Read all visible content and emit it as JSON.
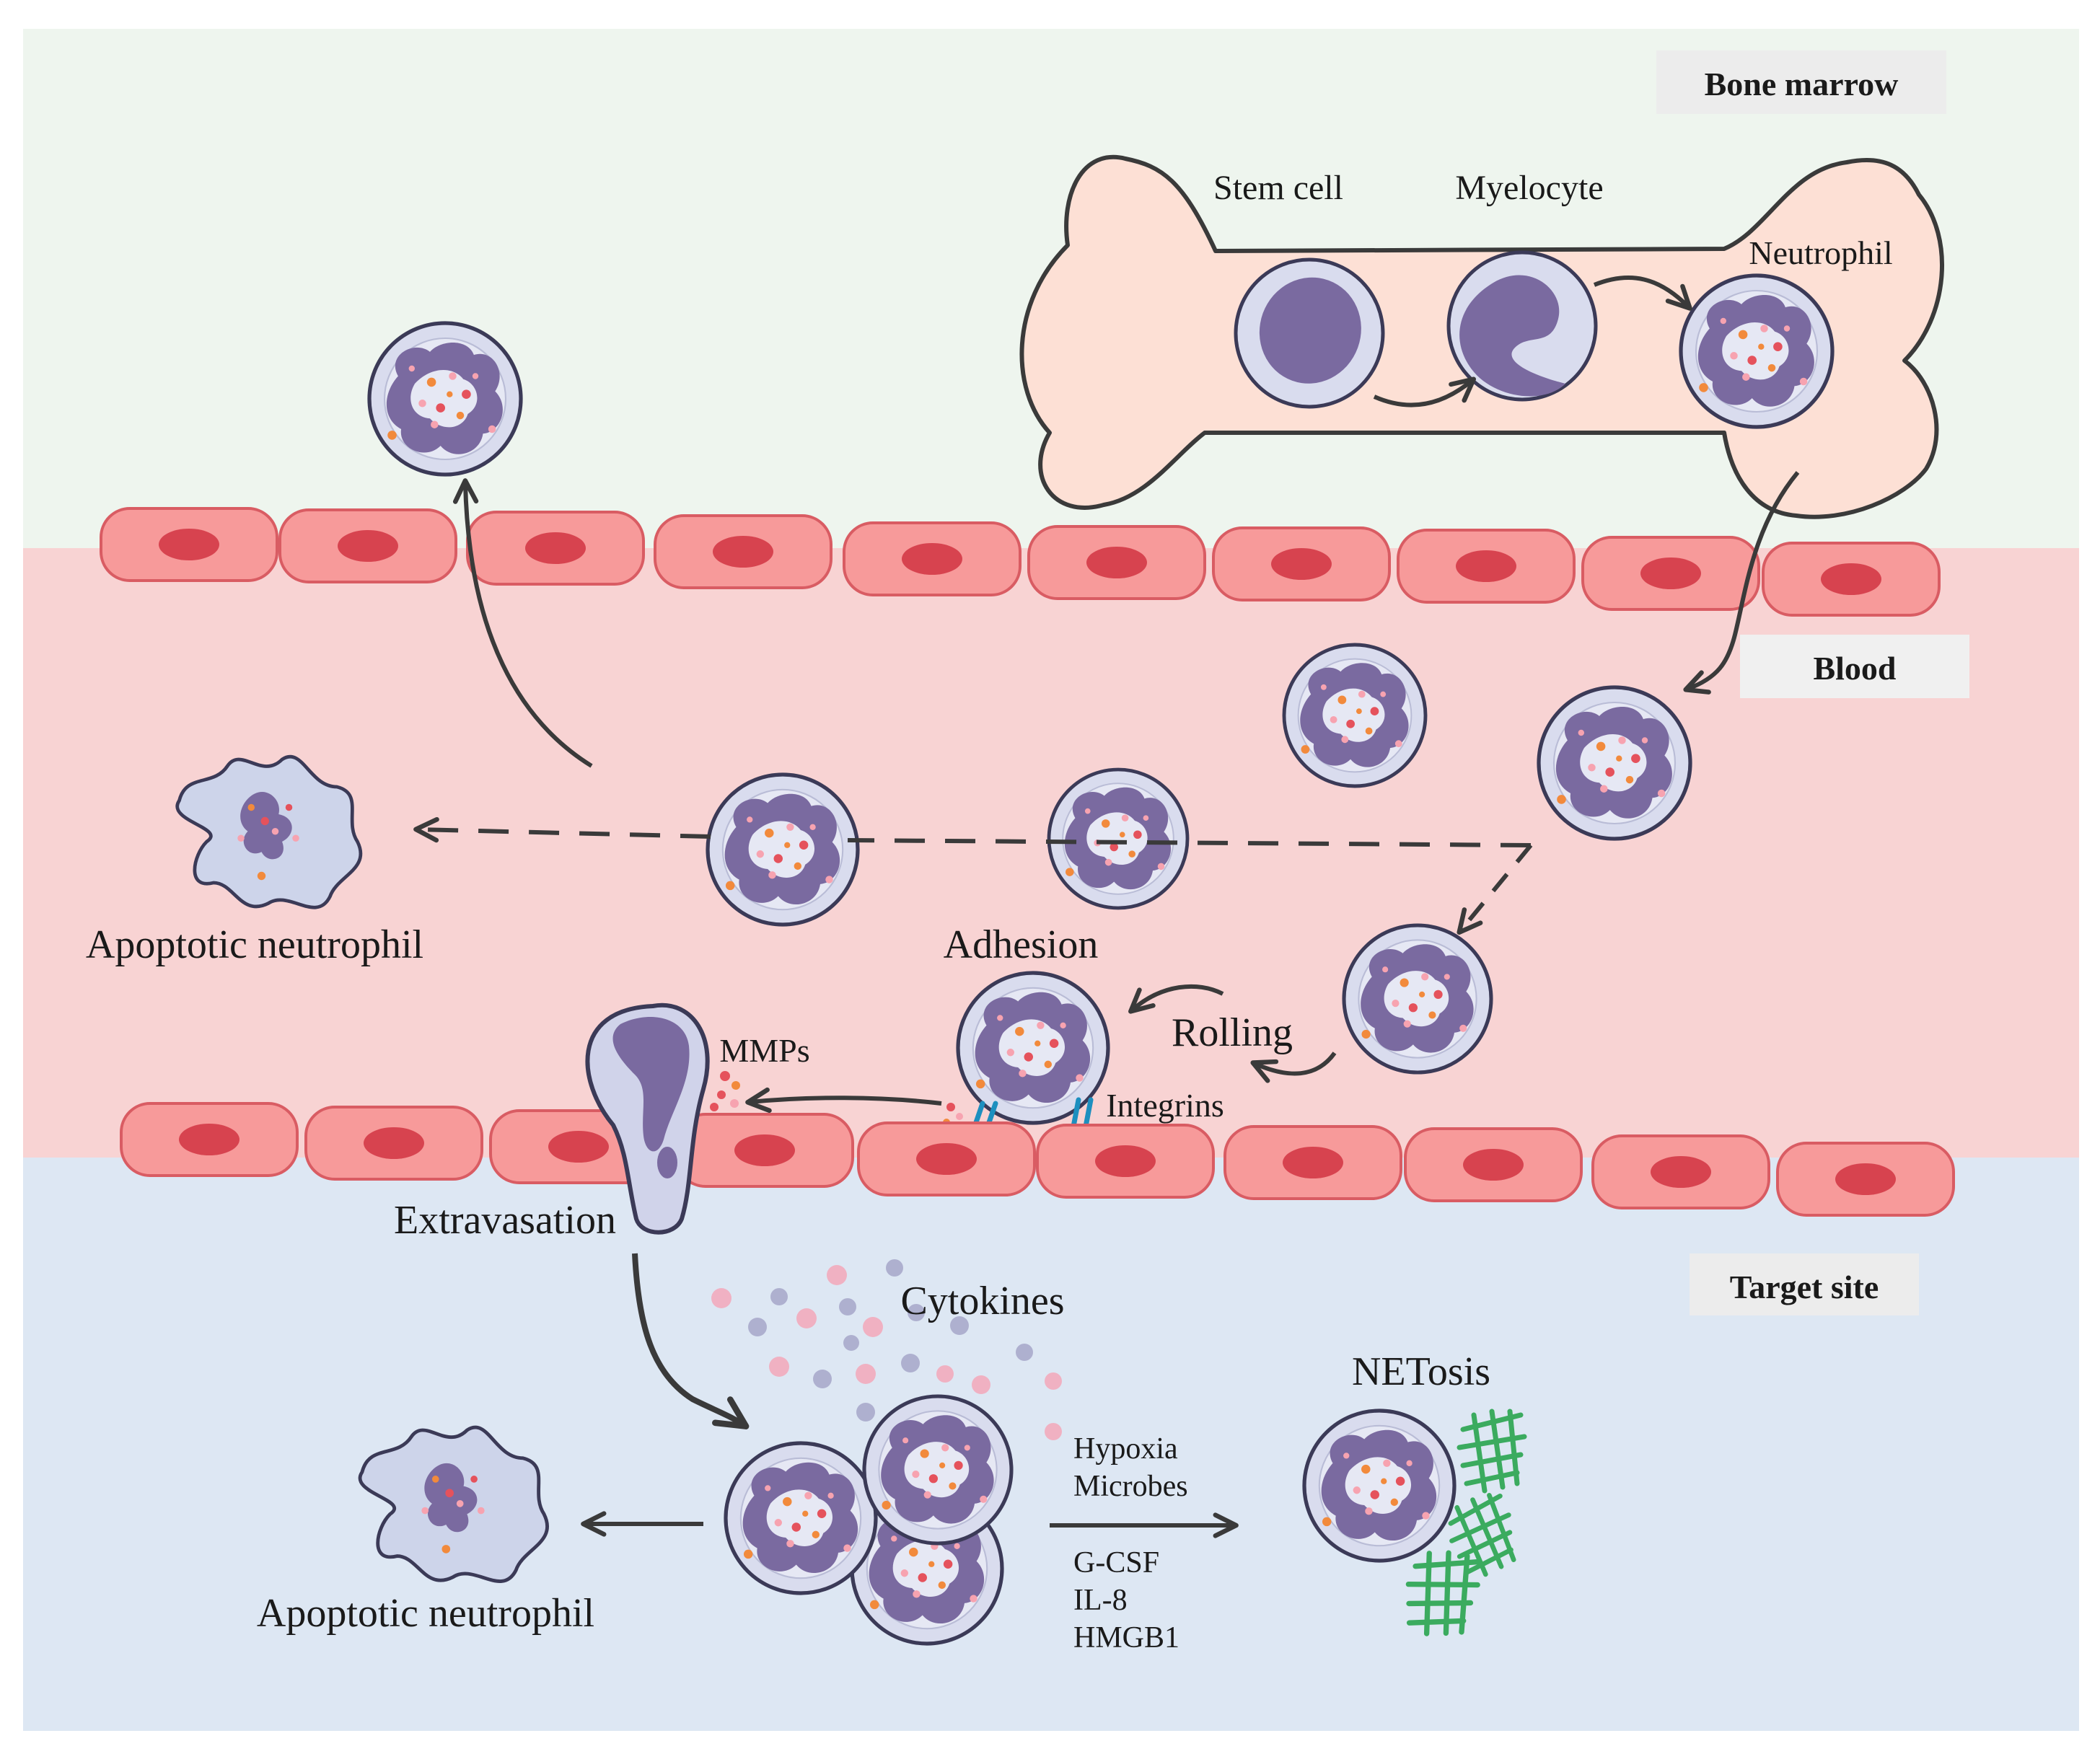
{
  "regions": {
    "bone_marrow": "Bone marrow",
    "blood": "Blood",
    "target_site": "Target site"
  },
  "marrow_cells": {
    "stem_cell": "Stem cell",
    "myelocyte": "Myelocyte",
    "neutrophil": "Neutrophil"
  },
  "process": {
    "apoptotic_top": "Apoptotic neutrophil",
    "adhesion": "Adhesion",
    "rolling": "Rolling",
    "mmps": "MMPs",
    "integrins": "Integrins",
    "extravasation": "Extravasation",
    "cytokines": "Cytokines",
    "netosis": "NETosis",
    "apoptotic_bottom": "Apoptotic neutrophil"
  },
  "triggers": [
    "Hypoxia",
    "Microbes",
    "G-CSF",
    "IL-8",
    "HMGB1"
  ],
  "colors": {
    "bone_marrow_bg": "#eef5ee",
    "blood_bg": "#f8d3d3",
    "target_bg": "#dde7f3",
    "bone_fill": "#fde0d5",
    "endothelium": "#f79a9a",
    "endothelium_nucleus": "#d7434f",
    "cell_fill": "#d9dcee",
    "nucleus": "#7a6aa0",
    "outline": "#3b3a57",
    "net": "#3bab5f",
    "integrin": "#1d8fbf"
  }
}
